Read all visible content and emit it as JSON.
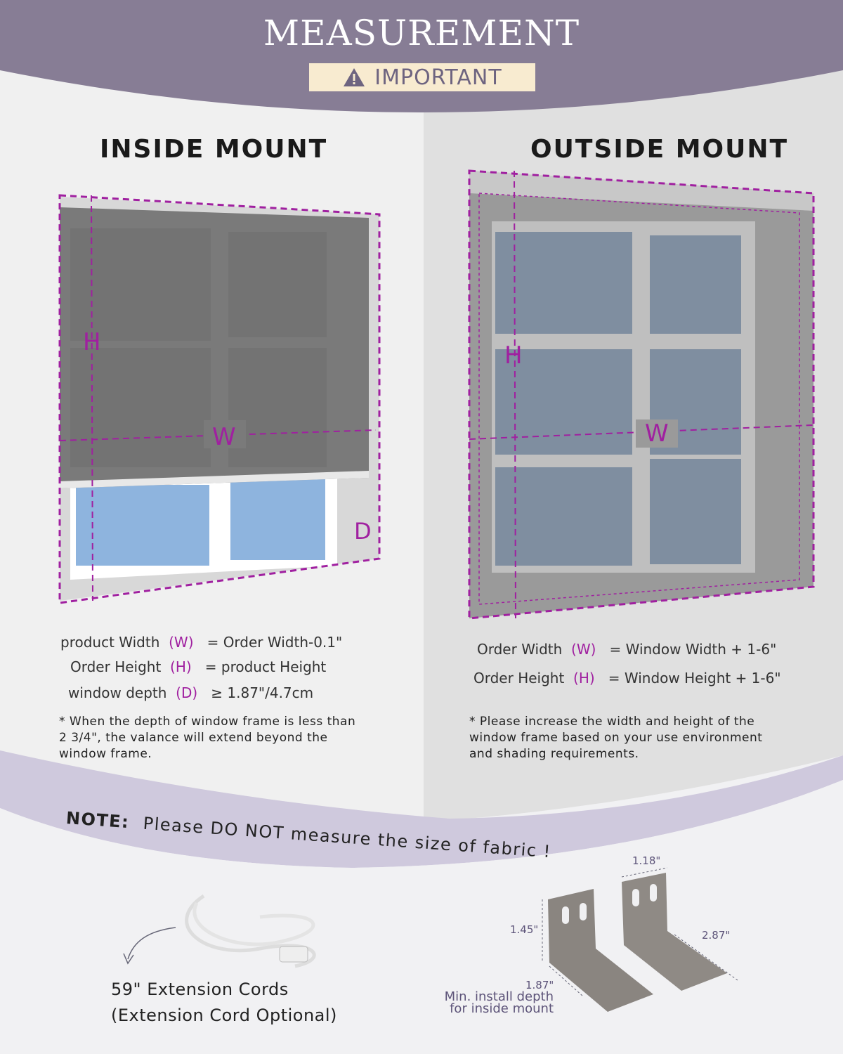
{
  "header": {
    "title": "MEASUREMENT",
    "badge_icon": "warning-triangle-icon",
    "badge_label": "IMPORTANT"
  },
  "colors": {
    "header": "#877d95",
    "accent": "#a020a0",
    "wave": "#cfc9dd",
    "badge": "#f8ebd0"
  },
  "inside": {
    "title": "INSIDE MOUNT",
    "labels": {
      "h": "H",
      "w": "W",
      "d": "D"
    },
    "rows": [
      {
        "name": "product Width",
        "key": "(W)",
        "formula": "= Order Width-0.1\""
      },
      {
        "name": "Order Height",
        "key": "(H)",
        "formula": "= product Height"
      },
      {
        "name": "window depth",
        "key": "(D)",
        "formula": "≥ 1.87\"/4.7cm"
      }
    ],
    "note": "* When the depth of window frame is less than 2 3/4\", the valance will extend beyond the window frame."
  },
  "outside": {
    "title": "OUTSIDE MOUNT",
    "labels": {
      "h": "H",
      "w": "W"
    },
    "rows": [
      {
        "name": "Order Width",
        "key": "(W)",
        "formula": "= Window Width + 1-6\""
      },
      {
        "name": "Order Height",
        "key": "(H)",
        "formula": "= Window Height + 1-6\""
      }
    ],
    "note": "* Please increase the width and height of the window frame based on your use environment and shading requirements."
  },
  "note_bar": {
    "prefix": "NOTE:",
    "text": "Please DO NOT measure the size of fabric !"
  },
  "cord": {
    "line1": "59\" Extension Cords",
    "line2": "(Extension Cord Optional)"
  },
  "bracket": {
    "top": "1.18\"",
    "height": "1.45\"",
    "length": "2.87\"",
    "depth": "1.87\"",
    "depth_label1": "Min. install depth",
    "depth_label2": "for inside mount"
  }
}
